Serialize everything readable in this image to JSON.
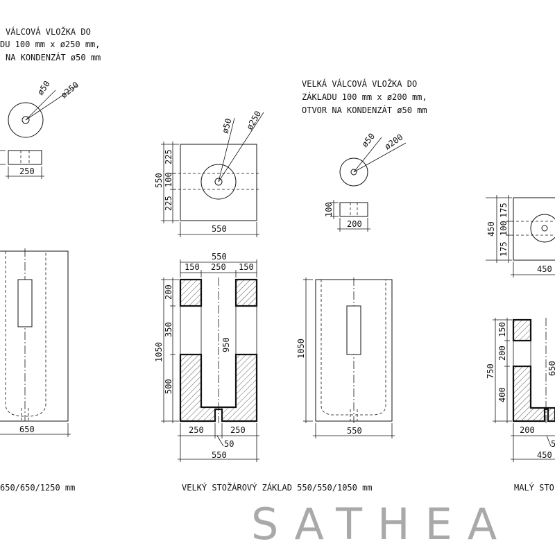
{
  "notes": {
    "large_insert": [
      "VÁLCOVÁ VLOŽKA DO",
      "DU 100 mm x ø250 mm,",
      "NA KONDENZÁT ø50 mm"
    ],
    "medium_insert": [
      "VELKÁ VÁLCOVÁ VLOŽKA DO",
      "ZÁKLADU 100 mm x ø200 mm,",
      "OTVOR NA KONDENZÁT ø50 mm"
    ]
  },
  "dims": {
    "d50": "ø50",
    "d250": "ø250",
    "d200": "ø200",
    "w250": "250",
    "w200": "200",
    "h100": "100",
    "s550": "550",
    "s450": "450",
    "s225": "225",
    "s175": "175",
    "s150": "150",
    "s200": "200",
    "s350": "350",
    "s500": "500",
    "s400": "400",
    "s950": "950",
    "s650": "650",
    "s50": "50",
    "h1050": "1050",
    "h750": "750",
    "w650": "650",
    "w550": "550",
    "s5": "5"
  },
  "captions": {
    "big_base": "650/650/1250 mm",
    "large_base": "VELKÝ STOŽÁROVÝ ZÁKLAD 550/550/1050 mm",
    "small_base": "MALÝ STO"
  },
  "logo": {
    "text": "SATHEA",
    "color": "#a9a9a9"
  }
}
